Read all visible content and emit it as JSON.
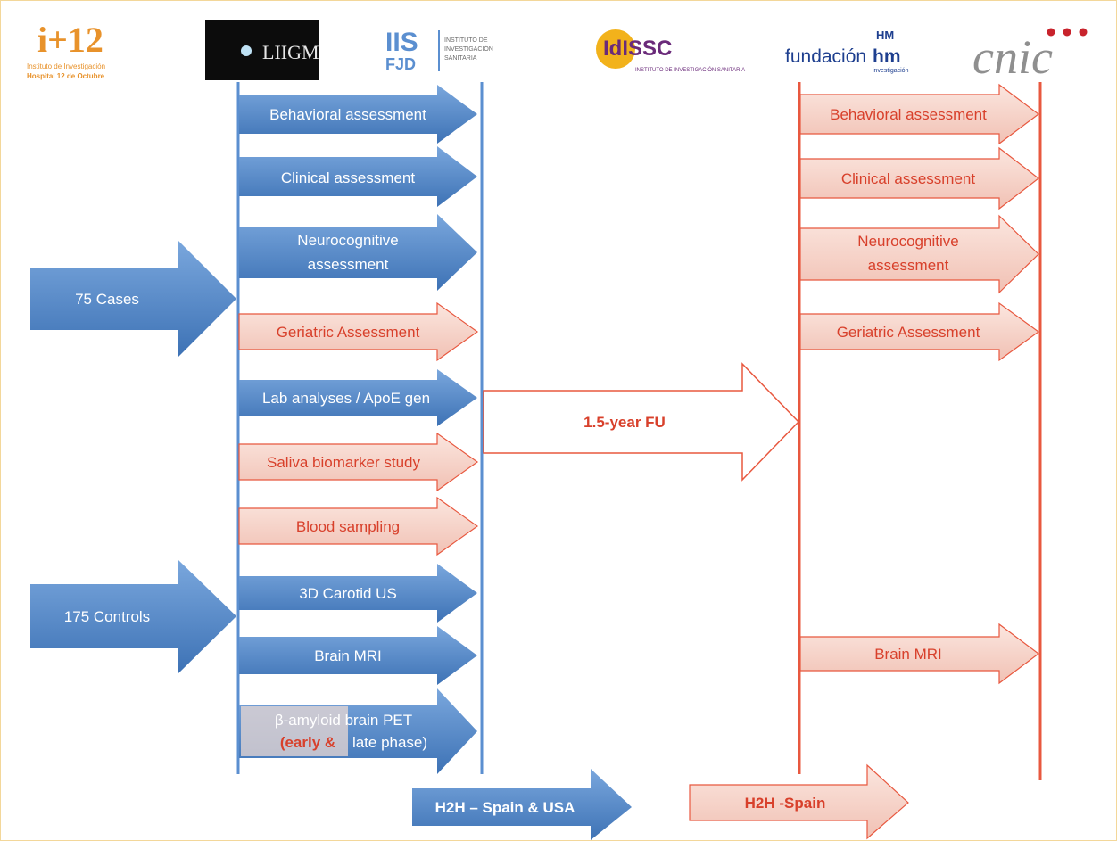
{
  "logos": {
    "i12": {
      "main": "i+12",
      "line1": "Instituto de Investigación",
      "line2": "Hospital 12 de Octubre"
    },
    "liigm": {
      "main": "LIIGM"
    },
    "iisfjd": {
      "main": "IIS",
      "sub": "FJD",
      "side1": "INSTITUTO DE",
      "side2": "INVESTIGACIÓN",
      "side3": "SANITARIA"
    },
    "idissc": {
      "main": "IdISSC",
      "sub": "INSTITUTO DE INVESTIGACIÓN SANITARIA"
    },
    "fundacionhm": {
      "main_a": "fundación",
      "main_b": "hm",
      "sub": "investigación",
      "mark": "HM"
    },
    "cnic": {
      "main": "cnic"
    }
  },
  "colors": {
    "blue": "#5b8fd0",
    "blue_dark": "#3f73b6",
    "red": "#e8583f",
    "pink": "#f7d6cd",
    "pink_text": "#d8402b"
  },
  "groups": {
    "cases": "75 Cases",
    "controls": "175 Controls"
  },
  "baseline_steps": [
    {
      "label": "Behavioral assessment",
      "style": "blue"
    },
    {
      "label": "Clinical assessment",
      "style": "blue"
    },
    {
      "label": "Neurocognitive assessment",
      "line1": "Neurocognitive",
      "line2": "assessment",
      "style": "blue"
    },
    {
      "label": "Geriatric Assessment",
      "style": "pink"
    },
    {
      "label": "Lab analyses / ApoE gen",
      "style": "blue"
    },
    {
      "label": "Saliva biomarker study",
      "style": "pink"
    },
    {
      "label": "Blood sampling",
      "style": "pink"
    },
    {
      "label": "3D Carotid US",
      "style": "blue"
    },
    {
      "label": "Brain MRI",
      "style": "blue"
    },
    {
      "label": "β-amyloid brain PET (early & late phase)",
      "line1": "β-amyloid brain PET",
      "line2a": "(early &",
      "line2b": "late phase)",
      "style": "blue"
    }
  ],
  "followup": {
    "label": "1.5-year FU"
  },
  "followup_steps": [
    {
      "label": "Behavioral assessment"
    },
    {
      "label": "Clinical assessment"
    },
    {
      "label": "Neurocognitive assessment",
      "line1": "Neurocognitive",
      "line2": "assessment"
    },
    {
      "label": "Geriatric Assessment"
    },
    {
      "label": "Brain MRI"
    }
  ],
  "h2h": {
    "spain_usa": "H2H – Spain & USA",
    "spain": "H2H -Spain"
  }
}
